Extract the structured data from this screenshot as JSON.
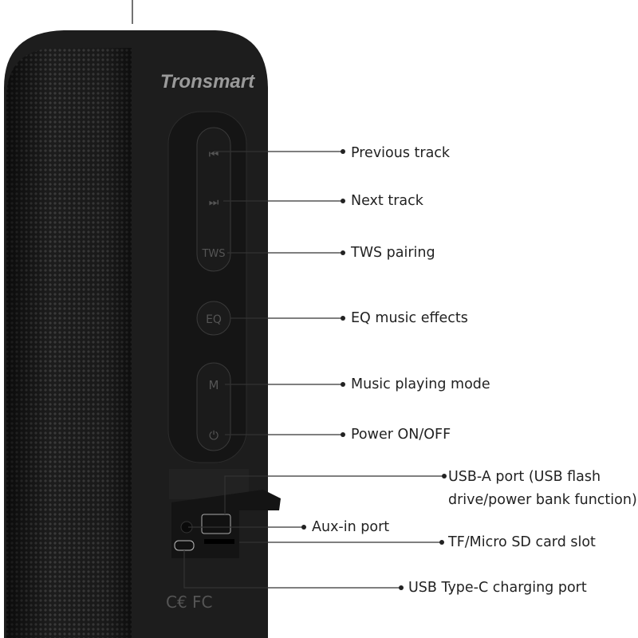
{
  "product": {
    "brand_logo": "Tronsmart",
    "button_glyphs": {
      "tws": "TWS",
      "eq": "EQ",
      "mode": "M"
    },
    "body_color": "#1e1e1e",
    "grille_color": "#2a2a2a"
  },
  "callouts": {
    "previous_track": "Previous track",
    "next_track": "Next track",
    "tws_pairing": "TWS pairing",
    "eq": "EQ music effects",
    "mode": "Music playing mode",
    "power": "Power ON/OFF",
    "usb_a_line1": "USB-A port (USB flash",
    "usb_a_line2": "drive/power bank function)",
    "aux": "Aux-in port",
    "tf": "TF/Micro SD card slot",
    "usb_c": "USB Type-C charging port"
  }
}
